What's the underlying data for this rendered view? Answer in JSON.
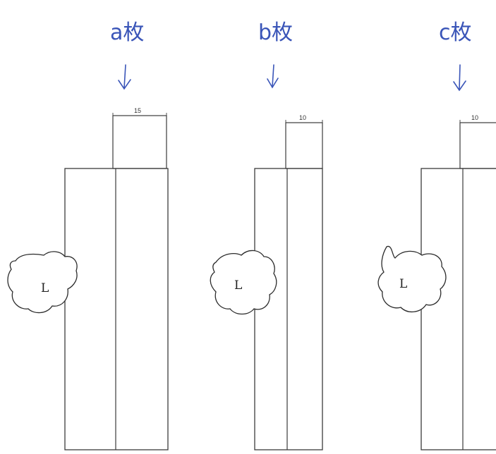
{
  "figures": [
    {
      "count_label": "a枚",
      "dimension": "15",
      "left_label": "L"
    },
    {
      "count_label": "b枚",
      "dimension": "10",
      "left_label": "L"
    },
    {
      "count_label": "c枚",
      "dimension": "10",
      "left_label": "L"
    }
  ],
  "colors": {
    "ink": "#3a55b8",
    "pencil": "#3b3b3b"
  }
}
